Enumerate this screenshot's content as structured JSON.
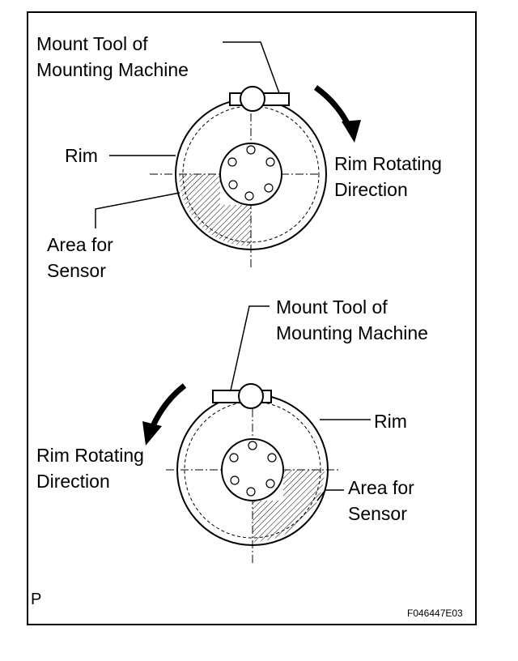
{
  "diagram1": {
    "mount_tool_line1": "Mount Tool of",
    "mount_tool_line2": "Mounting Machine",
    "rim": "Rim",
    "rotating_line1": "Rim Rotating",
    "rotating_line2": "Direction",
    "area_line1": "Area for",
    "area_line2": "Sensor"
  },
  "diagram2": {
    "mount_tool_line1": "Mount Tool of",
    "mount_tool_line2": "Mounting Machine",
    "rim": "Rim",
    "rotating_line1": "Rim Rotating",
    "rotating_line2": "Direction",
    "area_line1": "Area for",
    "area_line2": "Sensor"
  },
  "corner_mark": "P",
  "figure_code": "F046447E03"
}
